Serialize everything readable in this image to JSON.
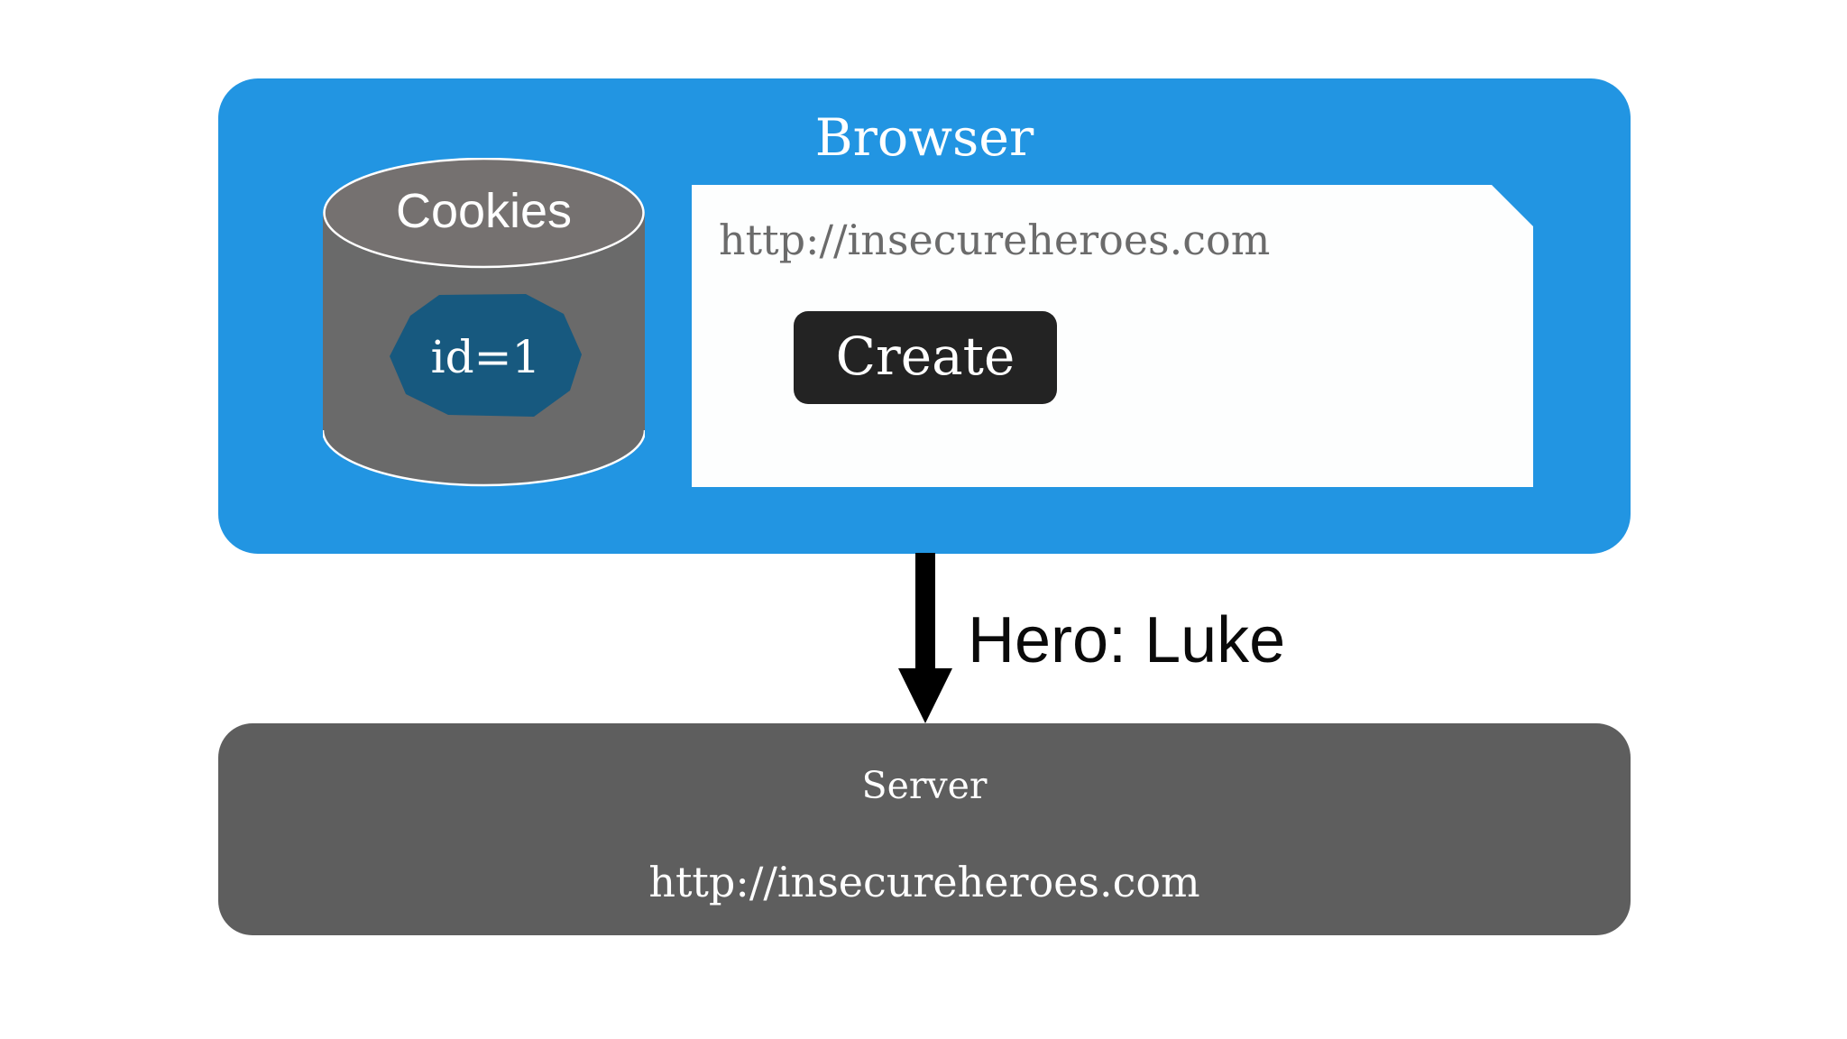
{
  "diagram": {
    "browser": {
      "title": "Browser",
      "cookies": {
        "title": "Cookies",
        "value": "id=1"
      },
      "page": {
        "url": "http://insecureheroes.com",
        "create_button": "Create"
      }
    },
    "request": {
      "label": "Hero: Luke"
    },
    "server": {
      "title": "Server",
      "url": "http://insecureheroes.com"
    }
  },
  "colors": {
    "browser_fill": "#2295E2",
    "cylinder_body_fill": "#6A6A6A",
    "cylinder_top_fill": "#757170",
    "cookie_value_fill": "#17597F",
    "button_fill": "#232323",
    "server_fill": "#5E5E5E",
    "arrow": "#000000",
    "url_text": "#6B6B6B"
  }
}
